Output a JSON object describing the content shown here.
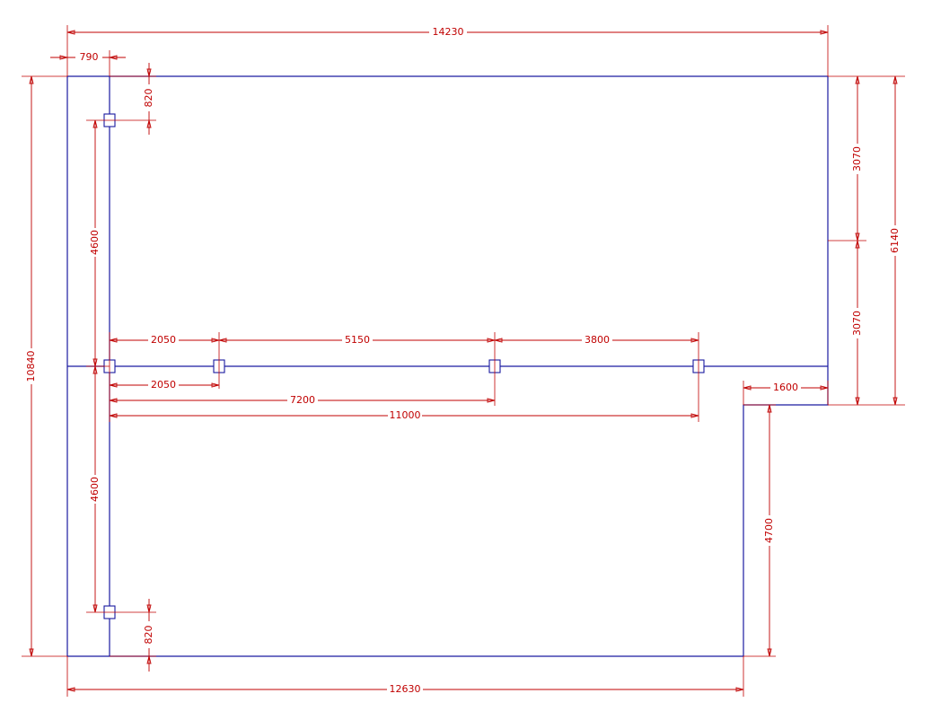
{
  "colors": {
    "outline": "#1a1aa0",
    "dimension": "#c00000",
    "background": "#ffffff"
  },
  "dimensions": {
    "overall_width_top": "14230",
    "left_offset": "790",
    "top_column_offset": "820",
    "overall_height_left": "10840",
    "upper_bay": "4600",
    "lower_bay": "4600",
    "bottom_column_offset": "820",
    "span_a": "2050",
    "span_b": "5150",
    "span_c": "3800",
    "cum_1": "2050",
    "cum_2": "7200",
    "cum_3": "11000",
    "right_upper": "3070",
    "right_lower": "3070",
    "right_total": "6140",
    "notch_width": "1600",
    "notch_height": "4700",
    "overall_width_bottom": "12630"
  }
}
